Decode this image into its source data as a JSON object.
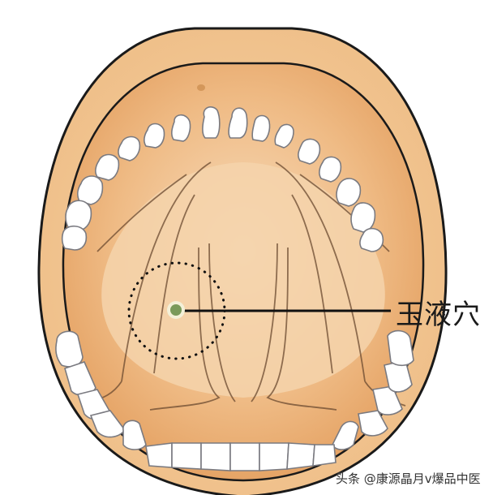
{
  "diagram": {
    "subject": "open mouth anatomy",
    "acupoint": {
      "label": "玉液穴",
      "marker_color": "#7a9a5a",
      "marker_ring_color": "#f3f0d8",
      "highlight_circle": "dotted"
    },
    "colors": {
      "lip_outer": "#f0c48e",
      "mouth_inner": "#eaa86a",
      "palate": "#f6d6b0",
      "teeth": "#ffffff",
      "outline": "#1a1a1a",
      "tooth_outline": "#7a7a80"
    }
  },
  "watermark": {
    "text": "头条 @康源晶月v爆品中医"
  }
}
